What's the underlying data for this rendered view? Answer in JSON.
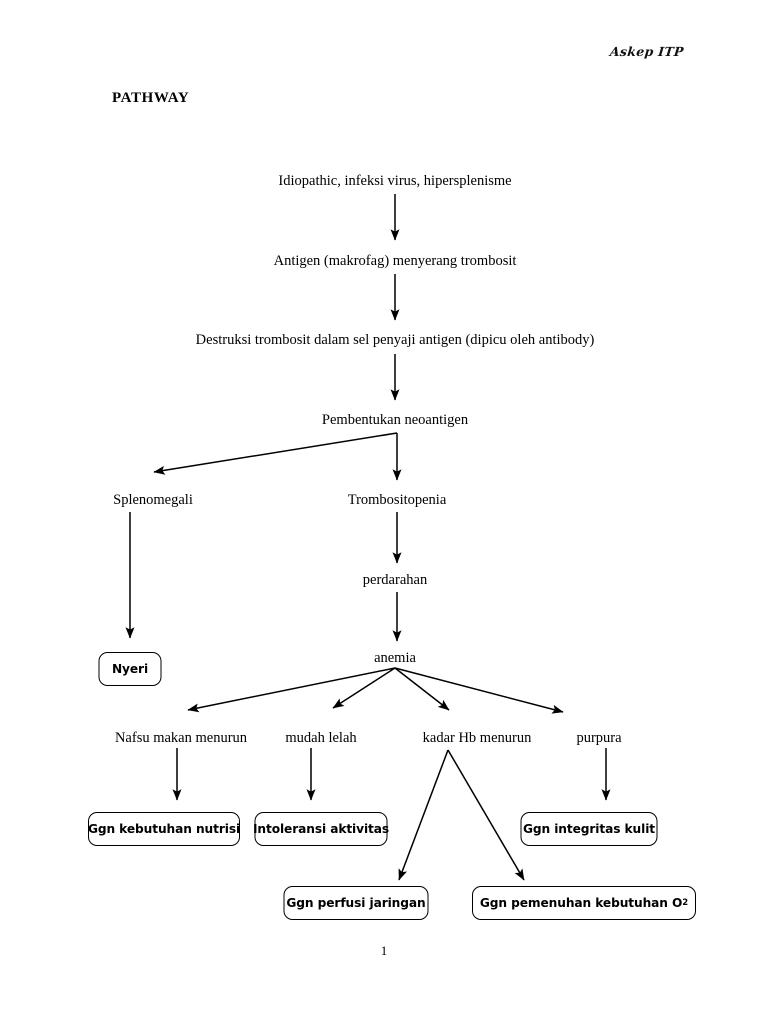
{
  "document": {
    "running_head": "Askep ITP",
    "title": "PATHWAY",
    "page_number": "1"
  },
  "flow_nodes": [
    {
      "id": "etiologi",
      "label": "Idiopathic, infeksi virus, hipersplenisme"
    },
    {
      "id": "antigen",
      "label": "Antigen (makrofag) menyerang trombosit"
    },
    {
      "id": "destruksi",
      "label": "Destruksi trombosit dalam sel penyaji antigen (dipicu oleh antibody)"
    },
    {
      "id": "neoantigen",
      "label": "Pembentukan neoantigen"
    },
    {
      "id": "splenomegali",
      "label": "Splenomegali"
    },
    {
      "id": "trombositopenia",
      "label": "Trombositopenia"
    },
    {
      "id": "perdarahan",
      "label": "perdarahan"
    },
    {
      "id": "anemia",
      "label": "anemia"
    },
    {
      "id": "nafsu-makan",
      "label": "Nafsu makan menurun"
    },
    {
      "id": "mudah-lelah",
      "label": "mudah lelah"
    },
    {
      "id": "kadar-hb",
      "label": "kadar Hb menurun"
    },
    {
      "id": "purpura",
      "label": "purpura"
    }
  ],
  "diagnosis_boxes": [
    {
      "id": "nyeri",
      "label": "Nyeri"
    },
    {
      "id": "nutrisi",
      "label": "Ggn kebutuhan nutrisi"
    },
    {
      "id": "intoleransi",
      "label": "Intoleransi aktivitas"
    },
    {
      "id": "integritas-kulit",
      "label": "Ggn integritas kulit"
    },
    {
      "id": "perfusi-jaringan",
      "label": "Ggn perfusi jaringan"
    },
    {
      "id": "kebutuhan-o2",
      "label": "Ggn pemenuhan kebutuhan O"
    },
    {
      "id": "kebutuhan-o2-sup",
      "label": "2"
    }
  ],
  "colors": {
    "ink": "#000000",
    "paper": "#ffffff"
  }
}
